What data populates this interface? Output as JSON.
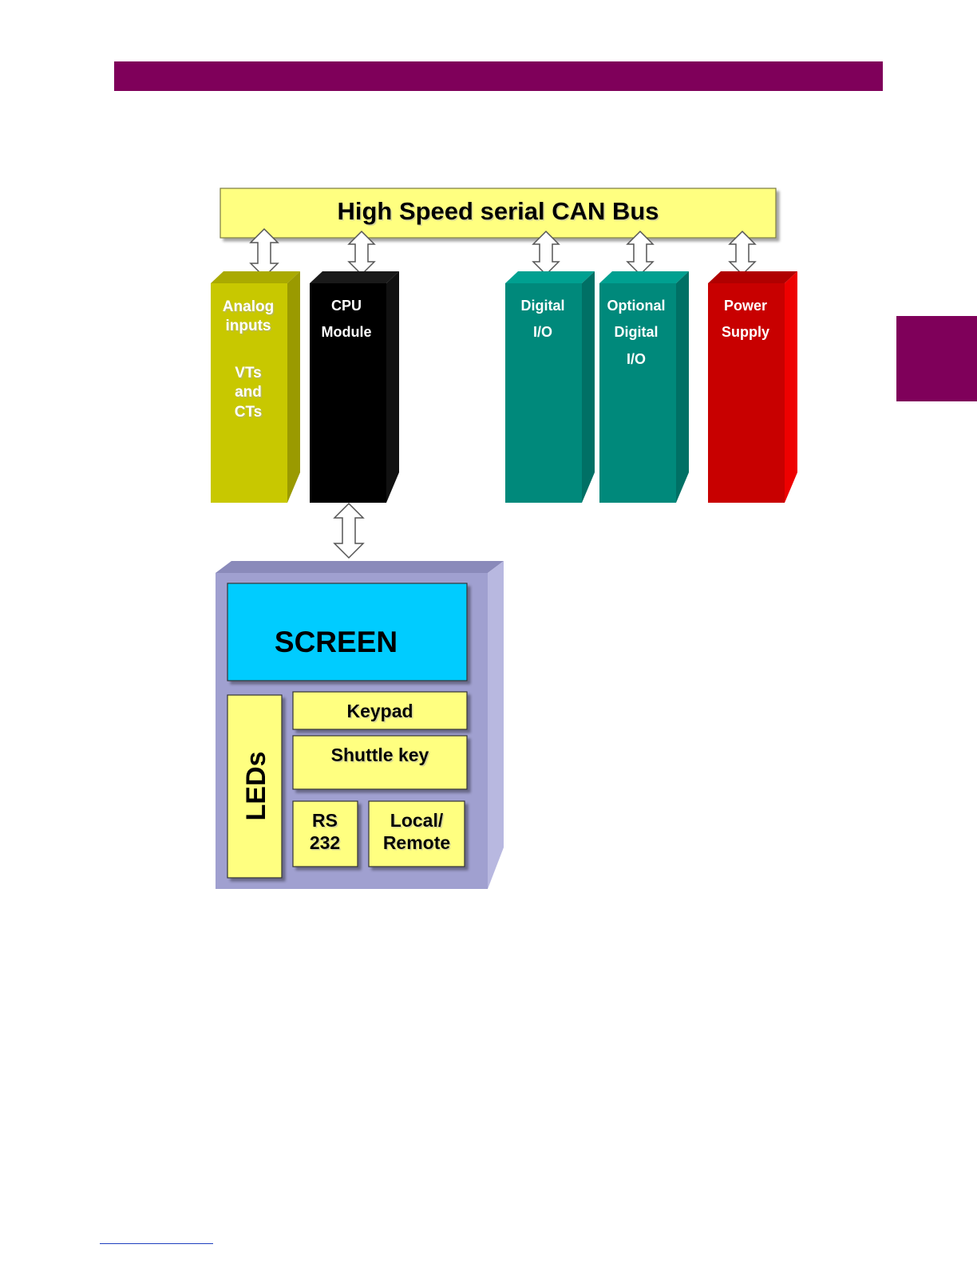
{
  "colors": {
    "header_bar": "#7f005a",
    "side_tab": "#7f005a",
    "bus": "#ffff80",
    "analog": "#c8c800",
    "cpu": "#000000",
    "digital": "#00897b",
    "power": "#d00000",
    "panel": "#a0a0d0",
    "screen": "#00ccff",
    "panel_item": "#ffff80"
  },
  "diagram": {
    "bus_label": "High Speed serial CAN Bus",
    "modules": {
      "analog": [
        "Analog",
        "inputs",
        "VTs",
        "and",
        "CTs"
      ],
      "cpu": [
        "CPU",
        "Module"
      ],
      "digital": [
        "Digital",
        "I/O"
      ],
      "optional_digital": [
        "Optional",
        "Digital",
        "I/O"
      ],
      "power": [
        "Power",
        "Supply"
      ]
    },
    "panel": {
      "screen": "SCREEN",
      "keypad": "Keypad",
      "shuttle_key": "Shuttle key",
      "leds": "LEDs",
      "rs232": [
        "RS",
        "232"
      ],
      "local_remote": [
        "Local/",
        "Remote"
      ]
    }
  }
}
